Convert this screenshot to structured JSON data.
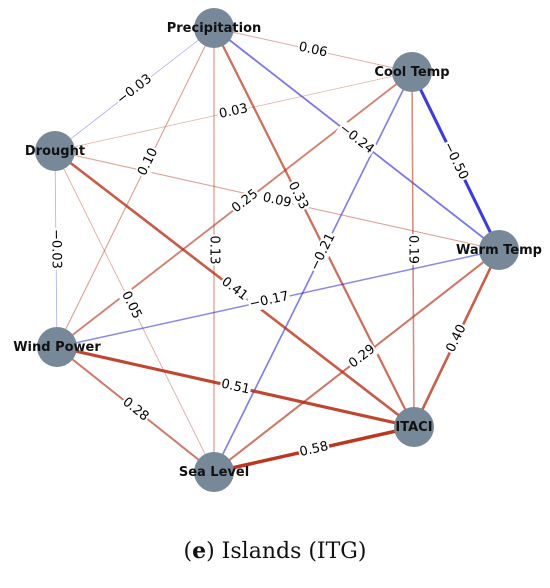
{
  "caption": {
    "letter": "e",
    "text": ") Islands (ITG)",
    "open": "("
  },
  "colors": {
    "node": "#778899",
    "positive": "#b5290e",
    "negative": "#1a1ad6"
  },
  "nodes": [
    {
      "id": "precip",
      "label": "Precipitation"
    },
    {
      "id": "cool",
      "label": "Cool Temp"
    },
    {
      "id": "drought",
      "label": "Drought"
    },
    {
      "id": "warm",
      "label": "Warm Temp"
    },
    {
      "id": "wind",
      "label": "Wind Power"
    },
    {
      "id": "itaci",
      "label": "ITACI"
    },
    {
      "id": "sea",
      "label": "Sea Level"
    }
  ],
  "edges": [
    {
      "source": "precip",
      "target": "cool",
      "label": "0.06",
      "weight": 0.06
    },
    {
      "source": "precip",
      "target": "drought",
      "label": "−0.03",
      "weight": -0.03
    },
    {
      "source": "precip",
      "target": "warm",
      "label": "−0.24",
      "weight": -0.24
    },
    {
      "source": "precip",
      "target": "itaci",
      "label": "0.33",
      "weight": 0.33
    },
    {
      "source": "precip",
      "target": "wind",
      "label": "0.10",
      "weight": 0.1
    },
    {
      "source": "precip",
      "target": "sea",
      "label": "0.13",
      "weight": 0.13
    },
    {
      "source": "cool",
      "target": "drought",
      "label": "0.03",
      "weight": 0.03
    },
    {
      "source": "cool",
      "target": "warm",
      "label": "−0.50",
      "weight": -0.5
    },
    {
      "source": "cool",
      "target": "itaci",
      "label": "0.19",
      "weight": 0.19
    },
    {
      "source": "cool",
      "target": "wind",
      "label": "0.25",
      "weight": 0.25
    },
    {
      "source": "cool",
      "target": "sea",
      "label": "−0.21",
      "weight": -0.21
    },
    {
      "source": "drought",
      "target": "warm",
      "label": "0.09",
      "weight": 0.09
    },
    {
      "source": "drought",
      "target": "itaci",
      "label": "0.41",
      "weight": 0.41
    },
    {
      "source": "drought",
      "target": "wind",
      "label": "−0.03",
      "weight": -0.03
    },
    {
      "source": "drought",
      "target": "sea",
      "label": "0.05",
      "weight": 0.05
    },
    {
      "source": "warm",
      "target": "wind",
      "label": "−0.17",
      "weight": -0.17
    },
    {
      "source": "warm",
      "target": "itaci",
      "label": "0.40",
      "weight": 0.4
    },
    {
      "source": "warm",
      "target": "sea",
      "label": "0.29",
      "weight": 0.29
    },
    {
      "source": "wind",
      "target": "itaci",
      "label": "0.51",
      "weight": 0.51
    },
    {
      "source": "wind",
      "target": "sea",
      "label": "0.28",
      "weight": 0.28
    },
    {
      "source": "itaci",
      "target": "sea",
      "label": "0.58",
      "weight": 0.58
    }
  ]
}
